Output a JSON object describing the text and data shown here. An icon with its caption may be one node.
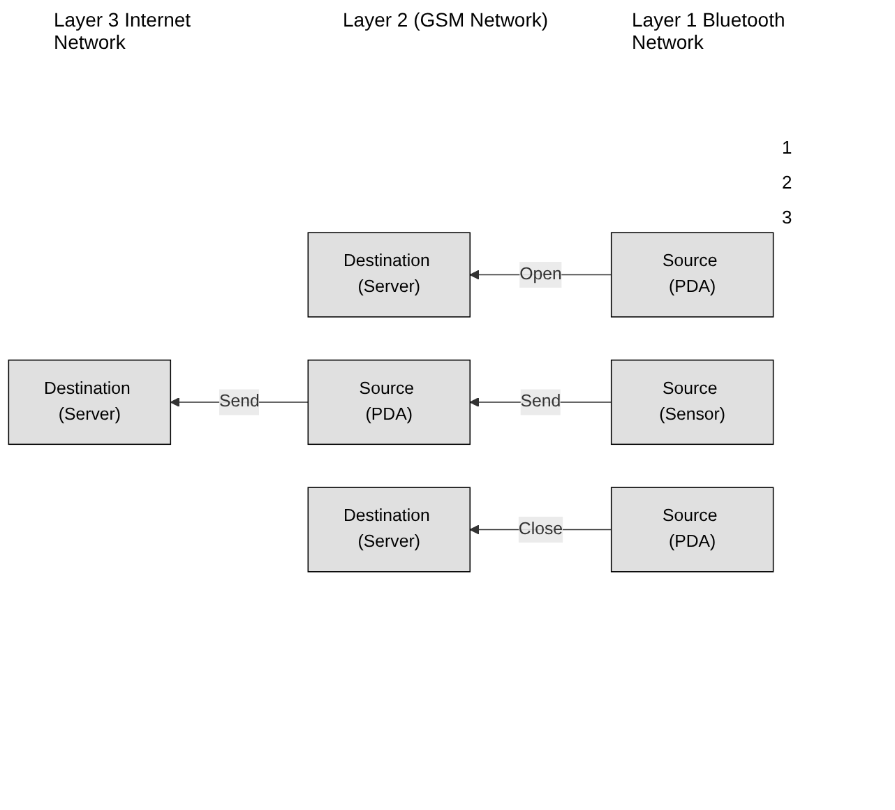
{
  "diagram": {
    "nodes": [
      {
        "text": [
          "Destination (Server)"
        ]
      },
      {
        "text": [
          "Source (PDA)"
        ]
      },
      {
        "text": [
          "Destination (Server)"
        ]
      },
      {
        "text": [
          "Source (PDA)"
        ]
      },
      {
        "text": [
          "Source (Sensor)"
        ]
      },
      {
        "text": [
          "Destination (Server)"
        ]
      },
      {
        "text": [
          "Source (PDA)"
        ]
      }
    ],
    "edges": [
      {
        "from": 1,
        "to": 0,
        "arrow": "to",
        "label": "Open"
      },
      {
        "from": 3,
        "to": 2,
        "arrow": "to",
        "label": "Send"
      },
      {
        "from": 4,
        "to": 3,
        "arrow": "to",
        "label": "Send"
      },
      {
        "from": 6,
        "to": 5,
        "arrow": "to",
        "label": "Close"
      }
    ],
    "labels": [
      "Layer 3 Internet Network",
      "Layer 2 (GSM Network)",
      "Layer 1 Bluetooth Network",
      "1",
      "2",
      "3"
    ]
  }
}
